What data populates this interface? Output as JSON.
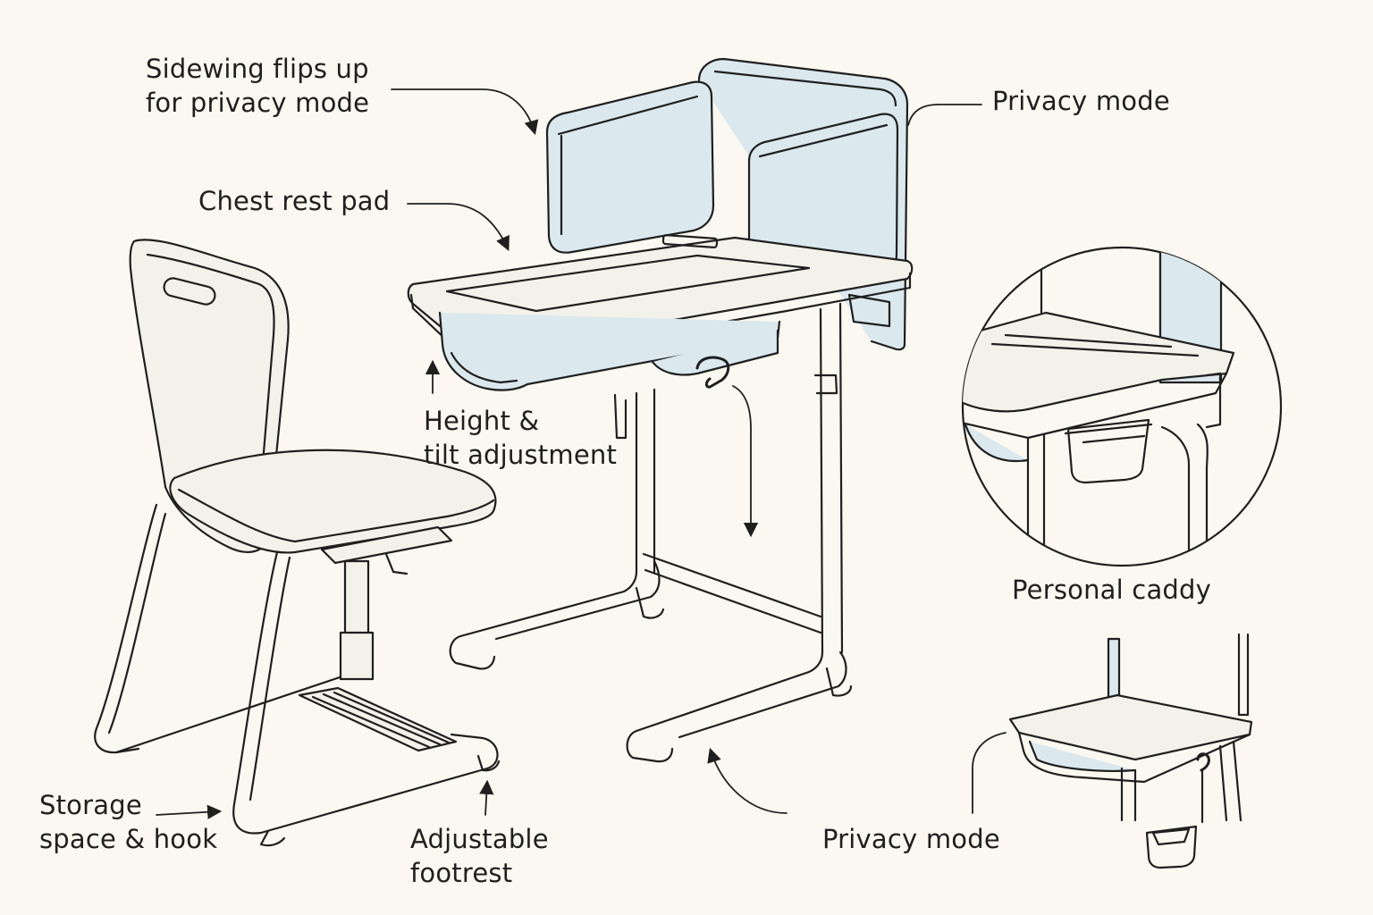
{
  "labels": {
    "sidewing": [
      "Sidewing flips up",
      "for privacy mode"
    ],
    "privacy_top": "Privacy mode",
    "chest_rest": "Chest rest pad",
    "height_tilt": [
      "Height &",
      "tilt adjustment"
    ],
    "personal_caddy": "Personal caddy",
    "storage": [
      "Storage",
      "space & hook"
    ],
    "footrest": [
      "Adjustable",
      "footrest"
    ],
    "privacy_bottom": "Privacy mode"
  },
  "colors": {
    "ink": "#1f1f1f",
    "panel": "#dbe8ee",
    "surface": "#f2f1ea",
    "background": "#faf8f1"
  }
}
